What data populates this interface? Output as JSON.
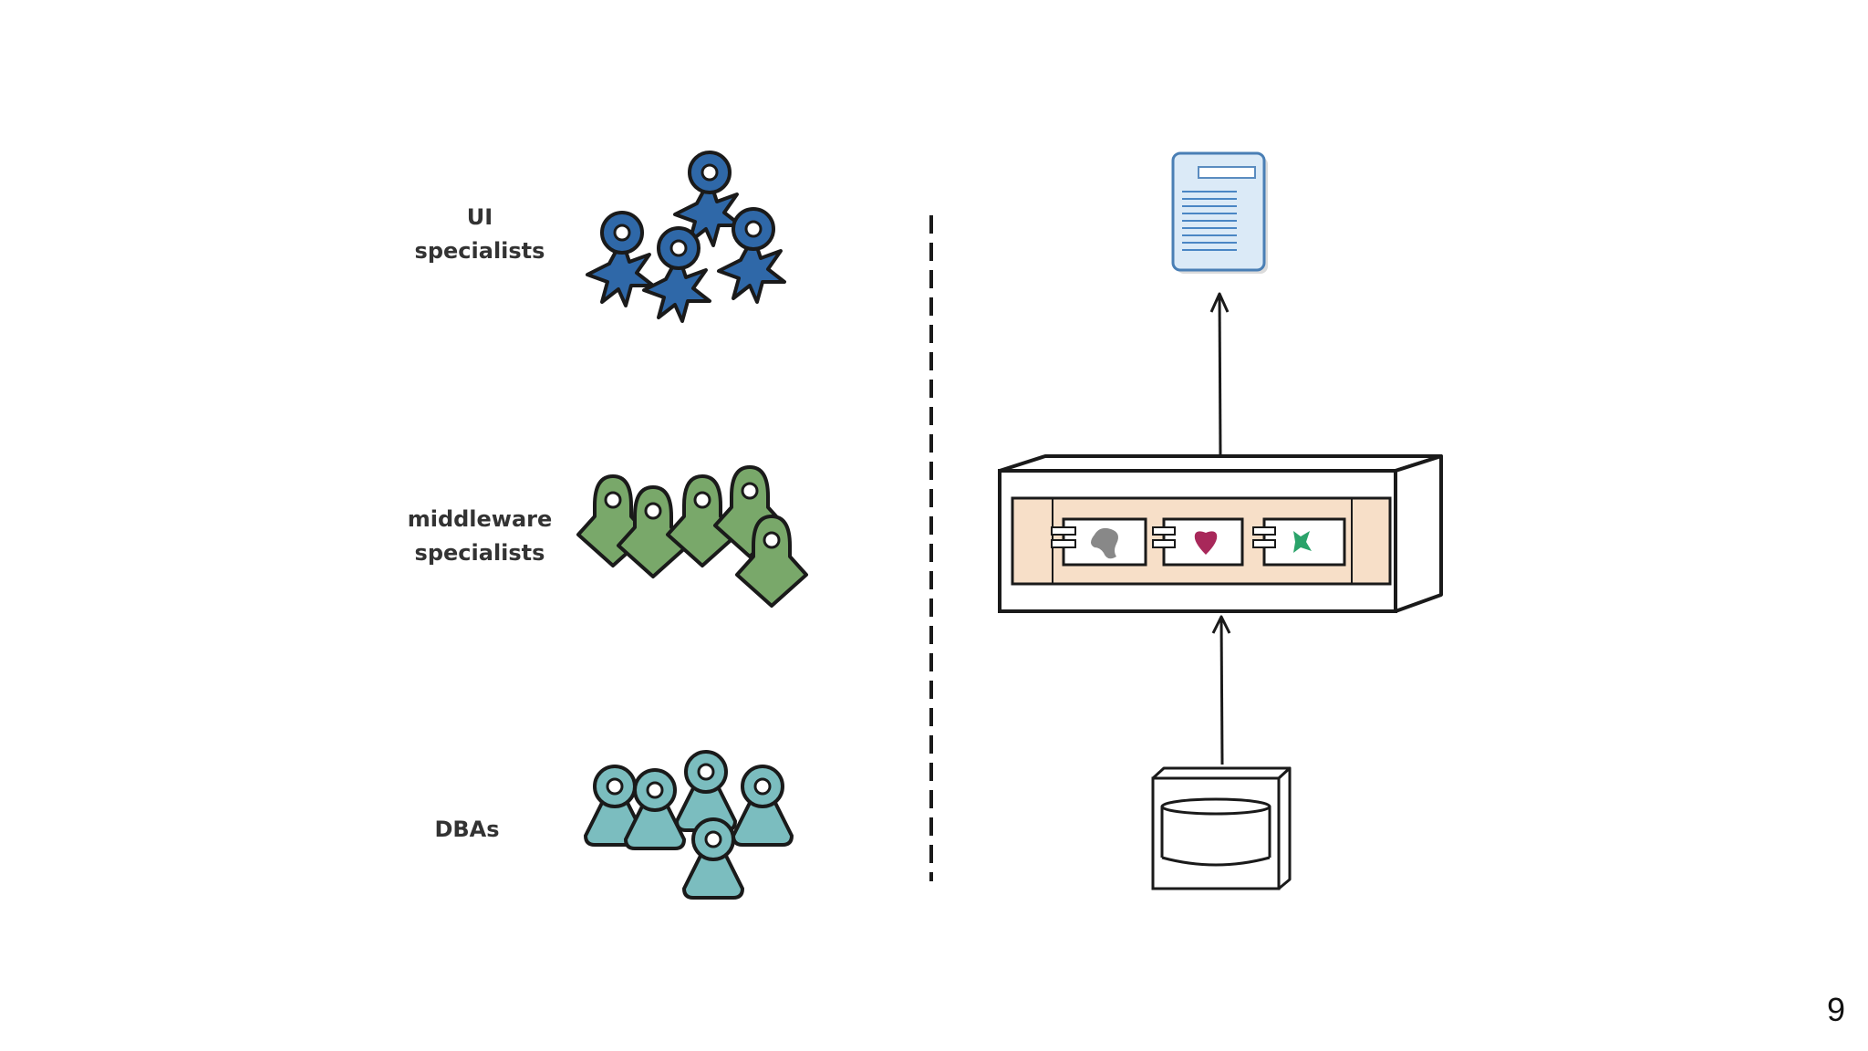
{
  "teams": [
    {
      "label": "UI\nspecialists",
      "color": "#2f68a8"
    },
    {
      "label": "middleware\nspecialists",
      "color": "#79a86a"
    },
    {
      "label": "DBAs",
      "color": "#7bbdbf"
    }
  ],
  "tiers": {
    "document_color": "#dbeaf7",
    "appserver_panel_color": "#f7dfc8",
    "components": [
      {
        "icon": "gray-blob-icon",
        "color": "#888888"
      },
      {
        "icon": "red-heart-icon",
        "color": "#a8285a"
      },
      {
        "icon": "green-cross-icon",
        "color": "#2aa36a"
      }
    ]
  },
  "page_number": "9"
}
